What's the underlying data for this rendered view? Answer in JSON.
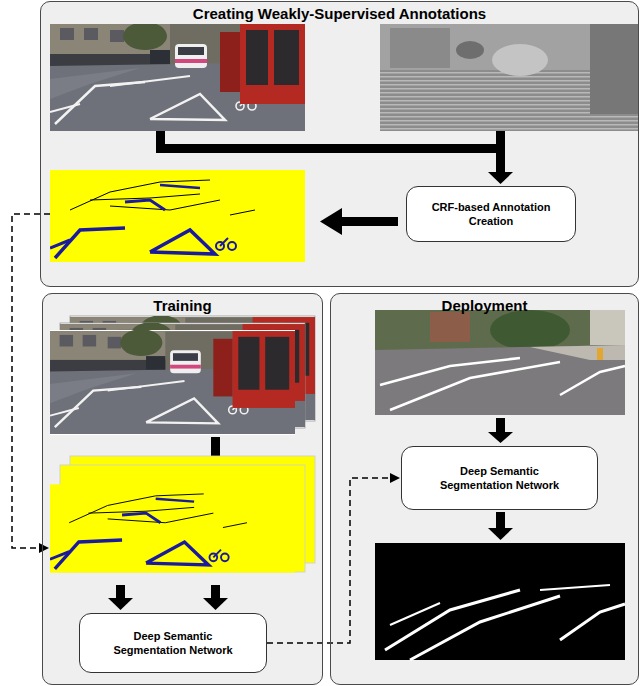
{
  "diagram": {
    "nodes": [
      {
        "text": [
          "Creating Weakly-Supervised Annotations"
        ]
      },
      {
        "text": [
          "CRF-based Annotation Creation"
        ],
        "in": 0
      },
      {
        "text": [
          "Training"
        ]
      },
      {
        "text": [
          "Deep Semantic Segmentation Network"
        ],
        "in": 2
      },
      {
        "text": [
          "Deployment"
        ]
      },
      {
        "text": [
          "Deep Semantic Segmentation Network"
        ],
        "in": 4
      }
    ],
    "edges": [
      {
        "from": 3,
        "to": 5,
        "arrow": "to"
      }
    ]
  }
}
